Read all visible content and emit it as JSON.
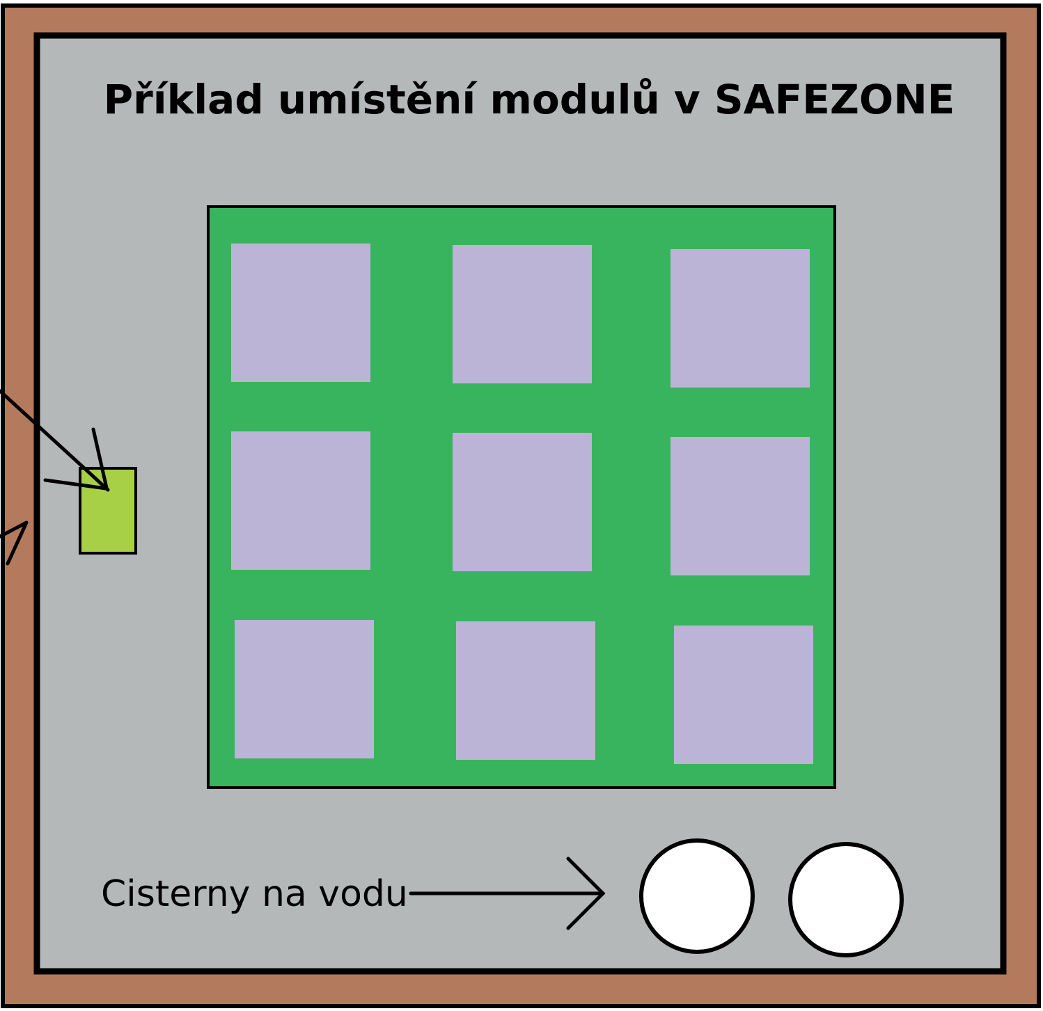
{
  "title": "Příklad umístění modulů v SAFEZONE",
  "cisterns_label": "Cisterny na vodu",
  "module_count": 9,
  "cistern_count": 2,
  "colors": {
    "outer_border": "#b47a5e",
    "ground": "#b4b8b8",
    "module_area": "#38b45e",
    "module": "#bbb4d6",
    "small_unit": "#a8d046",
    "cistern": "#ffffff",
    "outline": "#000000"
  }
}
